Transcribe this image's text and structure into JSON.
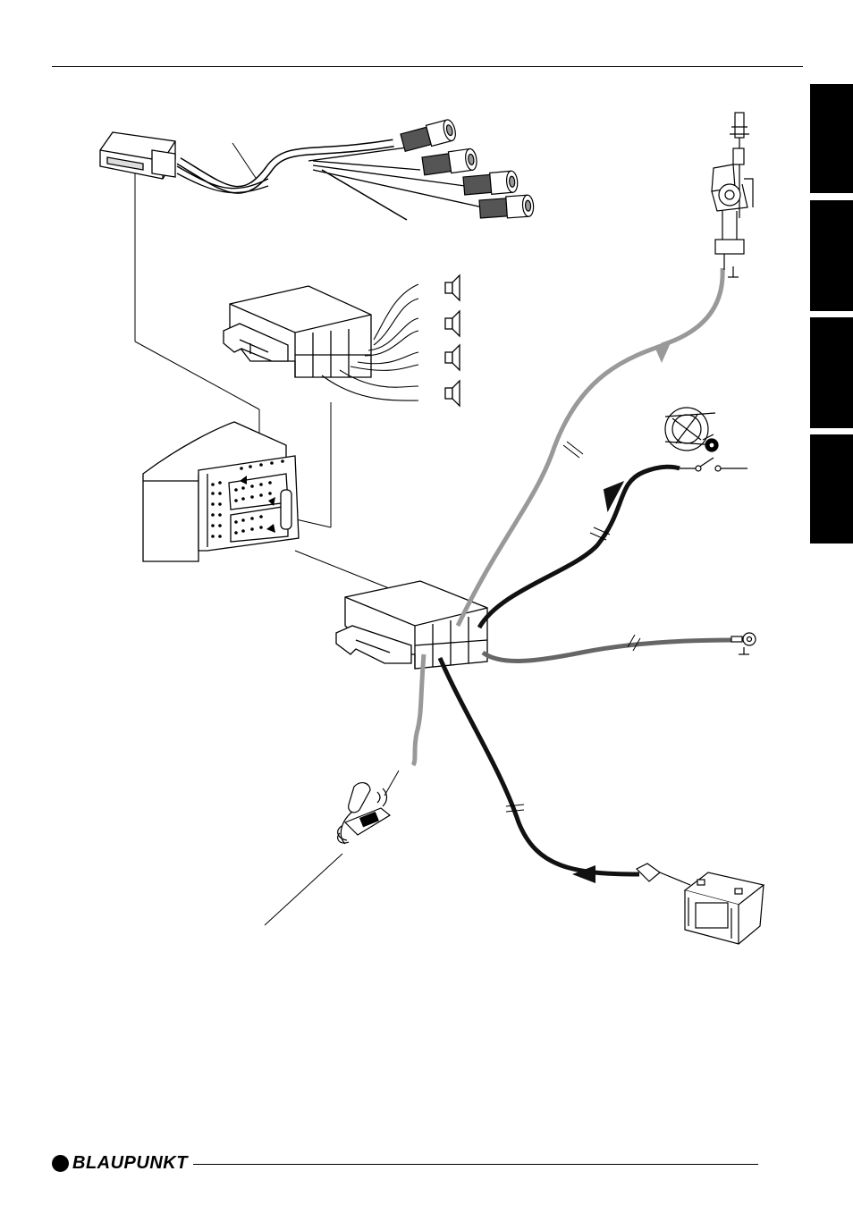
{
  "brand": {
    "name": "BLAUPUNKT"
  },
  "side_tabs": [
    {
      "id": "tab-1",
      "color": "#000000"
    },
    {
      "id": "tab-2",
      "color": "#000000"
    },
    {
      "id": "tab-3",
      "color": "#000000"
    },
    {
      "id": "tab-4",
      "color": "#000000"
    }
  ],
  "wire_colors": {
    "gray": "#999999",
    "black": "#111111",
    "dark_gray": "#666666",
    "line": "#000000"
  },
  "components": [
    {
      "name": "rca-preamp-adapter",
      "icon": "rca-connector-icon"
    },
    {
      "name": "speaker-connector",
      "icon": "speaker-icon"
    },
    {
      "name": "radio-rear-panel",
      "icon": "radio-chassis-icon"
    },
    {
      "name": "main-iso-connector",
      "icon": "iso-connector-icon"
    },
    {
      "name": "power-antenna",
      "icon": "antenna-motor-icon"
    },
    {
      "name": "ignition-switch",
      "icon": "ignition-icon"
    },
    {
      "name": "ground-terminal",
      "icon": "ground-icon"
    },
    {
      "name": "car-battery",
      "icon": "battery-icon"
    },
    {
      "name": "telephone",
      "icon": "telephone-icon"
    }
  ]
}
